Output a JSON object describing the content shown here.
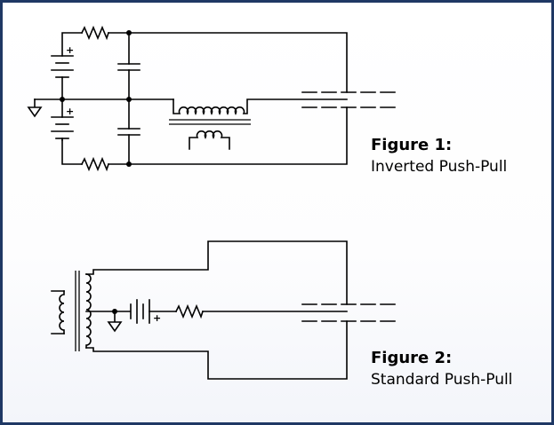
{
  "figure1": {
    "title": "Figure 1:",
    "subtitle": "Inverted Push-Pull"
  },
  "figure2": {
    "title": "Figure 2:",
    "subtitle": "Standard Push-Pull"
  },
  "battery_polarity_mark": "+",
  "colors": {
    "frame_border": "#1f3864",
    "line": "#000000",
    "background": "#ffffff"
  },
  "icons": [
    "battery-icon",
    "resistor-icon",
    "capacitor-icon",
    "inductor-icon",
    "ground-icon",
    "antenna-plates-icon"
  ]
}
